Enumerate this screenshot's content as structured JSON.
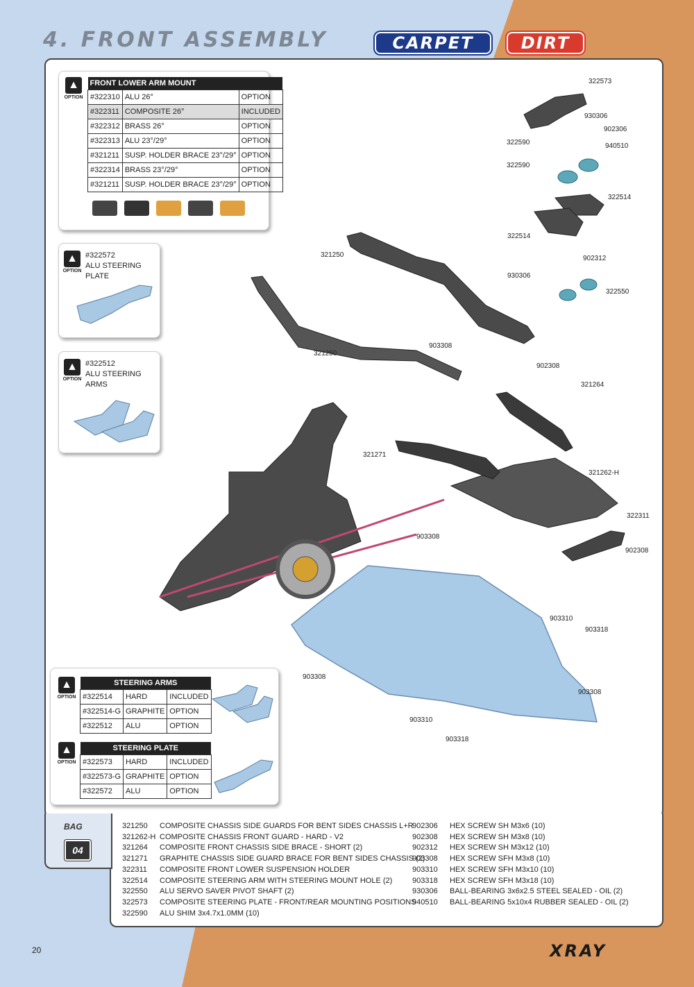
{
  "header": {
    "title": "4. FRONT ASSEMBLY",
    "badge_carpet": "CARPET",
    "badge_dirt": "DIRT"
  },
  "option_icon_text": "OPTION",
  "front_lower_arm_mount": {
    "title": "FRONT LOWER ARM MOUNT",
    "rows": [
      {
        "part": "#322310",
        "desc": "ALU 26°",
        "status": "OPTION"
      },
      {
        "part": "#322311",
        "desc": "COMPOSITE 26°",
        "status": "INCLUDED"
      },
      {
        "part": "#322312",
        "desc": "BRASS 26°",
        "status": "OPTION"
      },
      {
        "part": "#322313",
        "desc": "ALU 23°/29°",
        "status": "OPTION"
      },
      {
        "part": "#321211",
        "desc": "SUSP. HOLDER BRACE 23°/29°",
        "status": "OPTION"
      },
      {
        "part": "#322314",
        "desc": "BRASS 23°/29°",
        "status": "OPTION"
      },
      {
        "part": "#321211",
        "desc": "SUSP. HOLDER BRACE 23°/29°",
        "status": "OPTION"
      }
    ]
  },
  "alu_steering_plate": {
    "part": "#322572",
    "name": "ALU STEERING PLATE"
  },
  "alu_steering_arms": {
    "part": "#322512",
    "name": "ALU STEERING ARMS"
  },
  "steering_arms_table": {
    "title": "STEERING ARMS",
    "rows": [
      {
        "part": "#322514",
        "material": "HARD",
        "status": "INCLUDED"
      },
      {
        "part": "#322514-G",
        "material": "GRAPHITE",
        "status": "OPTION"
      },
      {
        "part": "#322512",
        "material": "ALU",
        "status": "OPTION"
      }
    ]
  },
  "steering_plate_table": {
    "title": "STEERING PLATE",
    "rows": [
      {
        "part": "#322573",
        "material": "HARD",
        "status": "INCLUDED"
      },
      {
        "part": "#322573-G",
        "material": "GRAPHITE",
        "status": "OPTION"
      },
      {
        "part": "#322572",
        "material": "ALU",
        "status": "OPTION"
      }
    ]
  },
  "callouts": {
    "c322573": "322573",
    "c930306a": "930306",
    "c902306": "902306",
    "c322590a": "322590",
    "c940510": "940510",
    "c322590b": "322590",
    "c322514a": "322514",
    "c322514b": "322514",
    "c321250a": "321250",
    "c902312": "902312",
    "c930306b": "930306",
    "c322550": "322550",
    "c903308a": "903308",
    "c321250b": "321250",
    "c902308a": "902308",
    "c321264": "321264",
    "c321271": "321271",
    "c321262h": "321262-H",
    "c322311": "322311",
    "c903308b": "903308",
    "c902308b": "902308",
    "c903310a": "903310",
    "c903318a": "903318",
    "c903308c": "903308",
    "c903308d": "903308",
    "c903310b": "903310",
    "c903318b": "903318"
  },
  "bag": {
    "label": "BAG",
    "number": "04"
  },
  "parts_left": [
    {
      "code": "321250",
      "desc": "COMPOSITE CHASSIS SIDE GUARDS FOR BENT SIDES CHASSIS L+R"
    },
    {
      "code": "321262-H",
      "desc": "COMPOSITE CHASSIS FRONT GUARD - HARD - V2"
    },
    {
      "code": "321264",
      "desc": "COMPOSITE FRONT CHASSIS SIDE BRACE - SHORT (2)"
    },
    {
      "code": "321271",
      "desc": "GRAPHITE CHASSIS SIDE GUARD BRACE FOR BENT SIDES CHASSIS (2)"
    },
    {
      "code": "322311",
      "desc": "COMPOSITE FRONT LOWER SUSPENSION HOLDER"
    },
    {
      "code": "322514",
      "desc": "COMPOSITE STEERING ARM WITH STEERING MOUNT HOLE (2)"
    },
    {
      "code": "322550",
      "desc": "ALU SERVO SAVER PIVOT SHAFT (2)"
    },
    {
      "code": "322573",
      "desc": "COMPOSITE STEERING PLATE - FRONT/REAR MOUNTING POSITIONS"
    },
    {
      "code": "322590",
      "desc": "ALU SHIM 3x4.7x1.0MM (10)"
    }
  ],
  "parts_right": [
    {
      "code": "902306",
      "desc": "HEX SCREW  SH M3x6  (10)"
    },
    {
      "code": "902308",
      "desc": "HEX SCREW  SH M3x8  (10)"
    },
    {
      "code": "902312",
      "desc": "HEX SCREW  SH M3x12  (10)"
    },
    {
      "code": "903308",
      "desc": "HEX SCREW  SFH M3x8  (10)"
    },
    {
      "code": "903310",
      "desc": "HEX SCREW  SFH M3x10  (10)"
    },
    {
      "code": "903318",
      "desc": "HEX SCREW  SFH M3x18  (10)"
    },
    {
      "code": "930306",
      "desc": "BALL-BEARING 3x6x2.5 STEEL SEALED - OIL (2)"
    },
    {
      "code": "940510",
      "desc": "BALL-BEARING 5x10x4 RUBBER SEALED - OIL (2)"
    }
  ],
  "page_number": "20",
  "brand": "XRAY"
}
